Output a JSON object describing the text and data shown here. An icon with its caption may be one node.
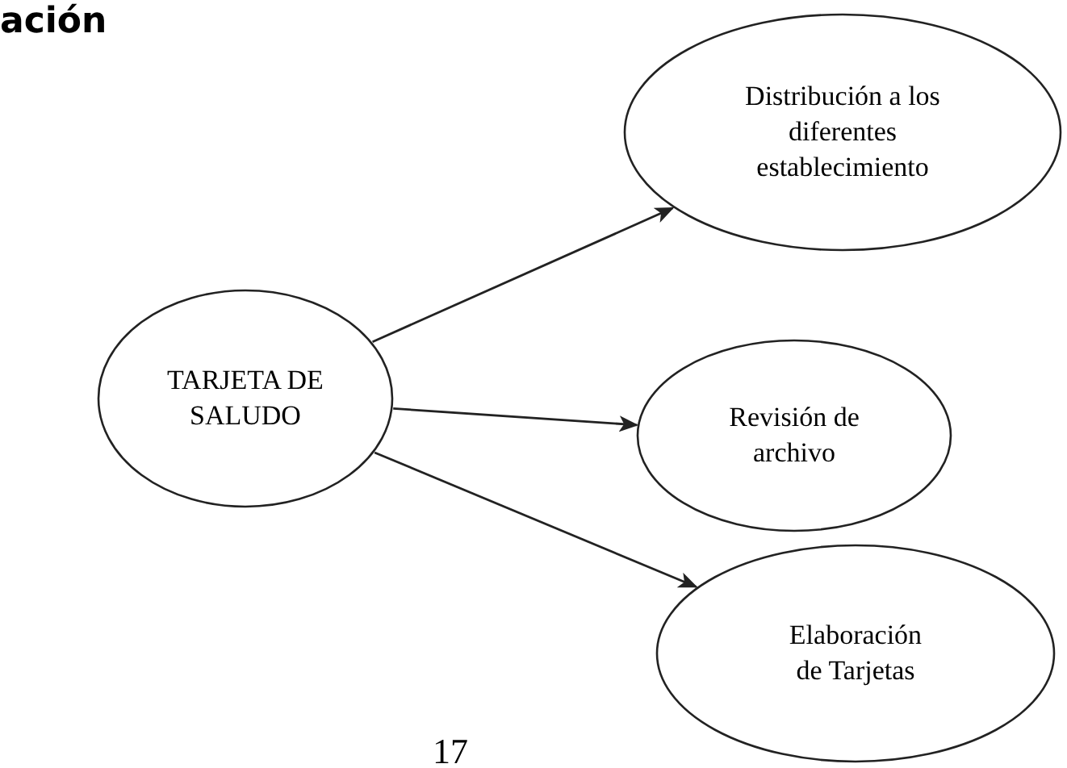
{
  "diagram": {
    "title": "ación",
    "nodes": [
      {
        "text": [
          "TARJETA DE SALUDO"
        ]
      },
      {
        "text": [
          "Distribución a los diferentes establecimiento"
        ]
      },
      {
        "text": [
          "Revisión de archivo"
        ]
      },
      {
        "text": [
          "Elaboración de Tarjetas"
        ]
      }
    ],
    "edges": [
      {
        "from": 0,
        "to": 1,
        "arrow": "to"
      },
      {
        "from": 0,
        "to": 2,
        "arrow": "to"
      },
      {
        "from": 0,
        "to": 3,
        "arrow": "to"
      }
    ],
    "labels": [
      "17"
    ]
  }
}
